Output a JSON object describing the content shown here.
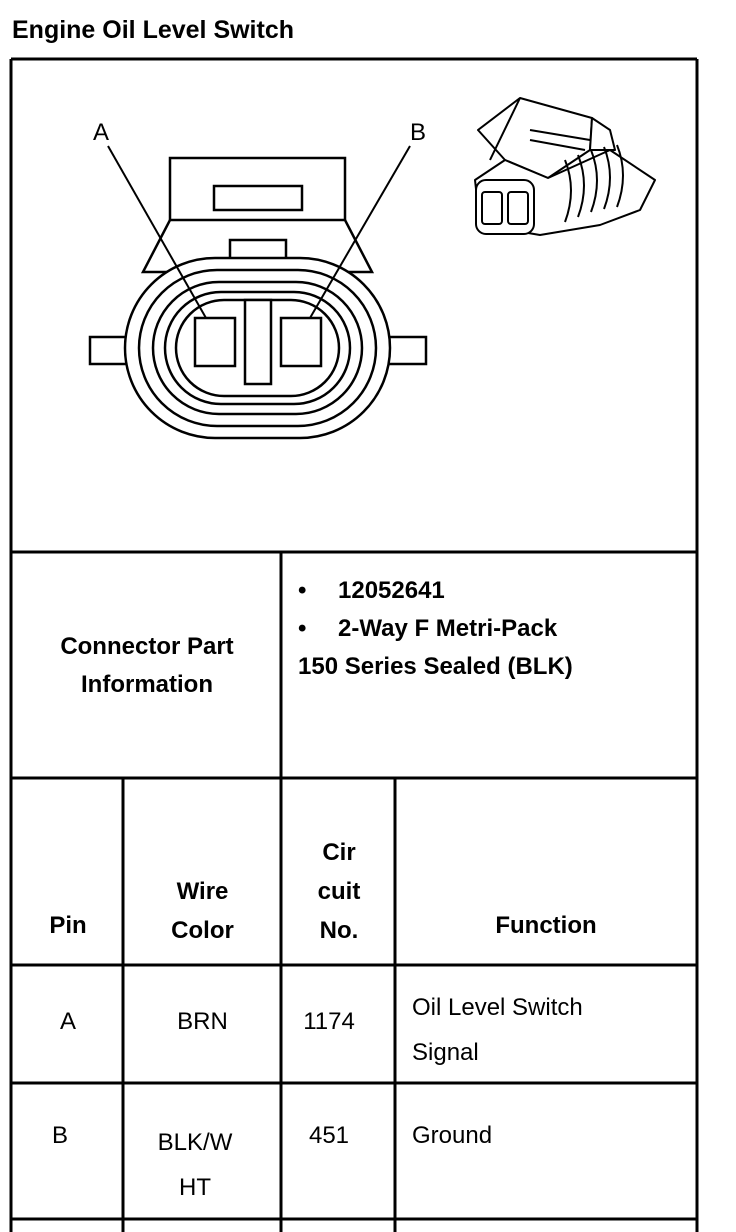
{
  "title": "Engine Oil Level Switch",
  "diagram": {
    "pin_a_label": "A",
    "pin_b_label": "B"
  },
  "connector_info": {
    "label_line1": "Connector Part",
    "label_line2": "Information",
    "bullet": "•",
    "part_number": "12052641",
    "description_line1": "2-Way F Metri-Pack",
    "description_line2": "150 Series Sealed (BLK)"
  },
  "table": {
    "headers": {
      "pin": "Pin",
      "wire_color_line1": "Wire",
      "wire_color_line2": "Color",
      "circuit_line1": "Cir",
      "circuit_line2": "cuit",
      "circuit_line3": "No.",
      "function": "Function"
    },
    "rows": [
      {
        "pin": "A",
        "wire_color_line1": "BRN",
        "wire_color_line2": "",
        "circuit": "1174",
        "function_line1": "Oil Level Switch",
        "function_line2": "Signal"
      },
      {
        "pin": "B",
        "wire_color_line1": "BLK/W",
        "wire_color_line2": "HT",
        "circuit": "451",
        "function_line1": "Ground",
        "function_line2": ""
      }
    ]
  }
}
